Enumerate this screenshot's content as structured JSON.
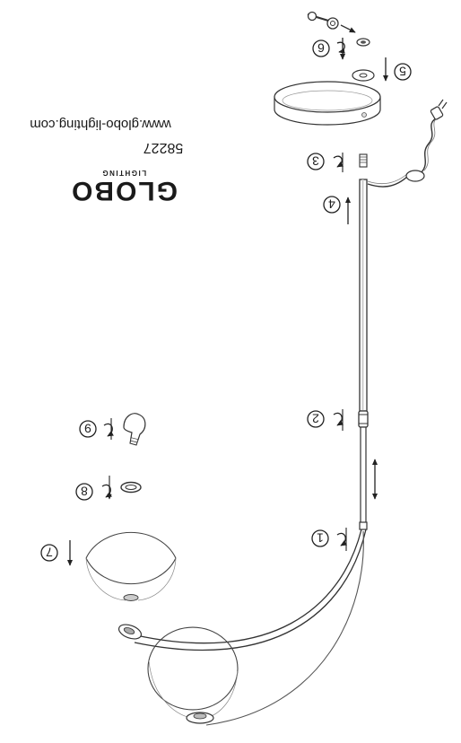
{
  "brand": {
    "name": "GLOBO",
    "tagline": "LIGHTING",
    "model": "58227",
    "url": "www.globo-lighting.com"
  },
  "steps": [
    "1",
    "2",
    "3",
    "4",
    "5",
    "6",
    "7",
    "8",
    "9"
  ],
  "icons": [
    "key-icon",
    "rotate-arrow-icon",
    "straight-arrow-icon",
    "double-arrow-icon",
    "power-plug-icon",
    "light-bulb-icon"
  ]
}
